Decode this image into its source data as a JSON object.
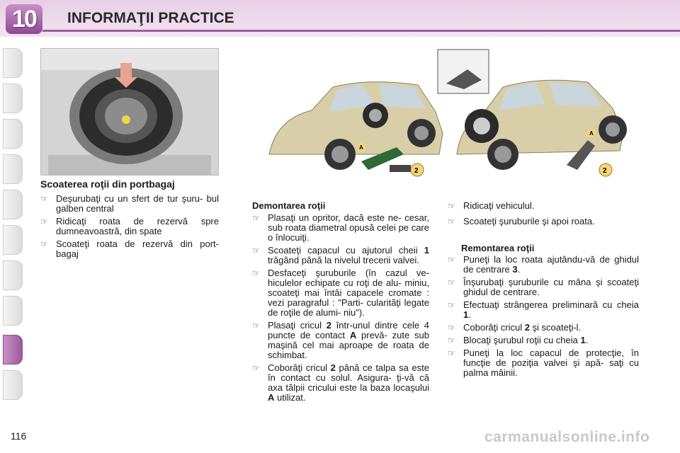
{
  "header": {
    "chapter_number": "10",
    "title": "INFORMAŢII PRACTICE"
  },
  "page_number": "116",
  "watermark": "carmanualsonline.info",
  "colors": {
    "accent": "#9b5f9c",
    "header_bg": "#ead6e9"
  },
  "diagram_labels": {
    "a": "A",
    "two": "2"
  },
  "section_spare": {
    "title": "Scoaterea roţii din portbagaj",
    "items": [
      "Deşurubaţi cu un sfert de tur şuru- bul galben central",
      "Ridicaţi roata de rezervă spre dumneavoastră, din spate",
      "Scoateţi roata de rezervă din port- bagaj"
    ]
  },
  "section_demount": {
    "title": "Demontarea roţii",
    "items": [
      [
        "Plasaţi un opritor, dacă este ne- cesar, sub roata diametral opusă celei pe care o înlocuiţi."
      ],
      [
        "Scoateţi capacul cu ajutorul cheii ",
        "1",
        " trăgând până la nivelul trecerii valvei."
      ],
      [
        "Desfaceţi şuruburile (în cazul ve- hiculelor echipate cu roţi de alu- miniu, scoateţi mai întâi capacele cromate : vezi paragraful : \"Parti- cularităţi legate de roţile de alumi- niu\")."
      ],
      [
        "Plasaţi cricul ",
        "2",
        " într-unul dintre cele 4 puncte de contact ",
        "A",
        " prevă- zute sub maşină cel mai aproape de roata de schimbat."
      ],
      [
        "Coborâţi cricul ",
        "2",
        " până ce talpa sa este în contact cu solul. Asigura- ţi-vă că axa tălpii cricului este la baza locaşului ",
        "A",
        " utilizat."
      ]
    ]
  },
  "section_raise": {
    "items": [
      "Ridicaţi vehiculul.",
      "Scoateţi şuruburile şi apoi roata."
    ]
  },
  "section_remount": {
    "title": "Remontarea roţii",
    "items": [
      [
        "Puneţi la loc roata ajutându-vă de ghidul de centrare ",
        "3",
        "."
      ],
      [
        "Înşurubaţi şuruburile cu mâna şi scoateţi ghidul de centrare."
      ],
      [
        "Efectuaţi strângerea preliminară cu cheia ",
        "1",
        "."
      ],
      [
        "Coborâţi cricul ",
        "2",
        " şi scoateţi-l."
      ],
      [
        "Blocaţi şurubul roţii cu cheia ",
        "1",
        "."
      ],
      [
        "Puneţi la loc capacul de protecţie, în funcţie de poziţia valvei şi apă- saţi cu palma mâinii."
      ]
    ]
  }
}
